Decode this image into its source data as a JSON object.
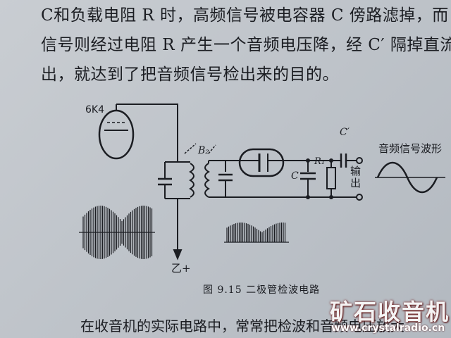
{
  "text": {
    "line1": "C和负载电阻 R 时，高频信号被电容器 C 傍路滤掉，而",
    "line2": "信号则经过电阻 R 产生一个音频电压降，经 C′ 隔掉直流",
    "line3": "出，就达到了把音频信号检出来的目的。",
    "bottom": "在收音机的实际电路中，常常把检波和音频电压放大"
  },
  "figure": {
    "tube_label": "6K4",
    "b2_label": "B₂",
    "c_label": "C",
    "r_label": "R₁",
    "c_prime_label": "C′",
    "output_label_1": "输",
    "output_label_2": "出",
    "wave_label": "音频信号波形",
    "supply_label": "乙+",
    "caption": "图 9.15    二极管检波电路"
  },
  "watermark": {
    "logo": "矿石收音机",
    "url": "www.crystalradio.cn"
  }
}
